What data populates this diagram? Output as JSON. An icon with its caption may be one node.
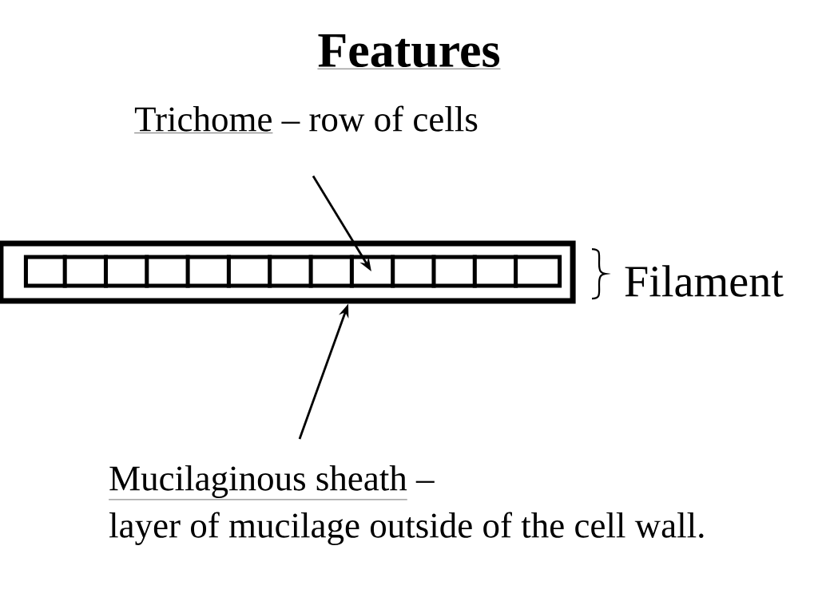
{
  "diagram": {
    "title": "Features",
    "nodes": [
      {
        "text": [
          "Trichome",
          "– row of cells"
        ]
      },
      {
        "text": [
          "Mucilaginous sheath",
          "–",
          "layer of mucilage outside of the cell wall."
        ]
      },
      {
        "text": [],
        "shape": "box"
      },
      {
        "text": [],
        "shape": "bar",
        "in": 2
      }
    ],
    "edges": [
      {
        "from": 0,
        "to": 3,
        "arrow": "to"
      },
      {
        "from": 1,
        "to": 2,
        "arrow": "to"
      }
    ],
    "labels": [
      "Filament"
    ]
  }
}
